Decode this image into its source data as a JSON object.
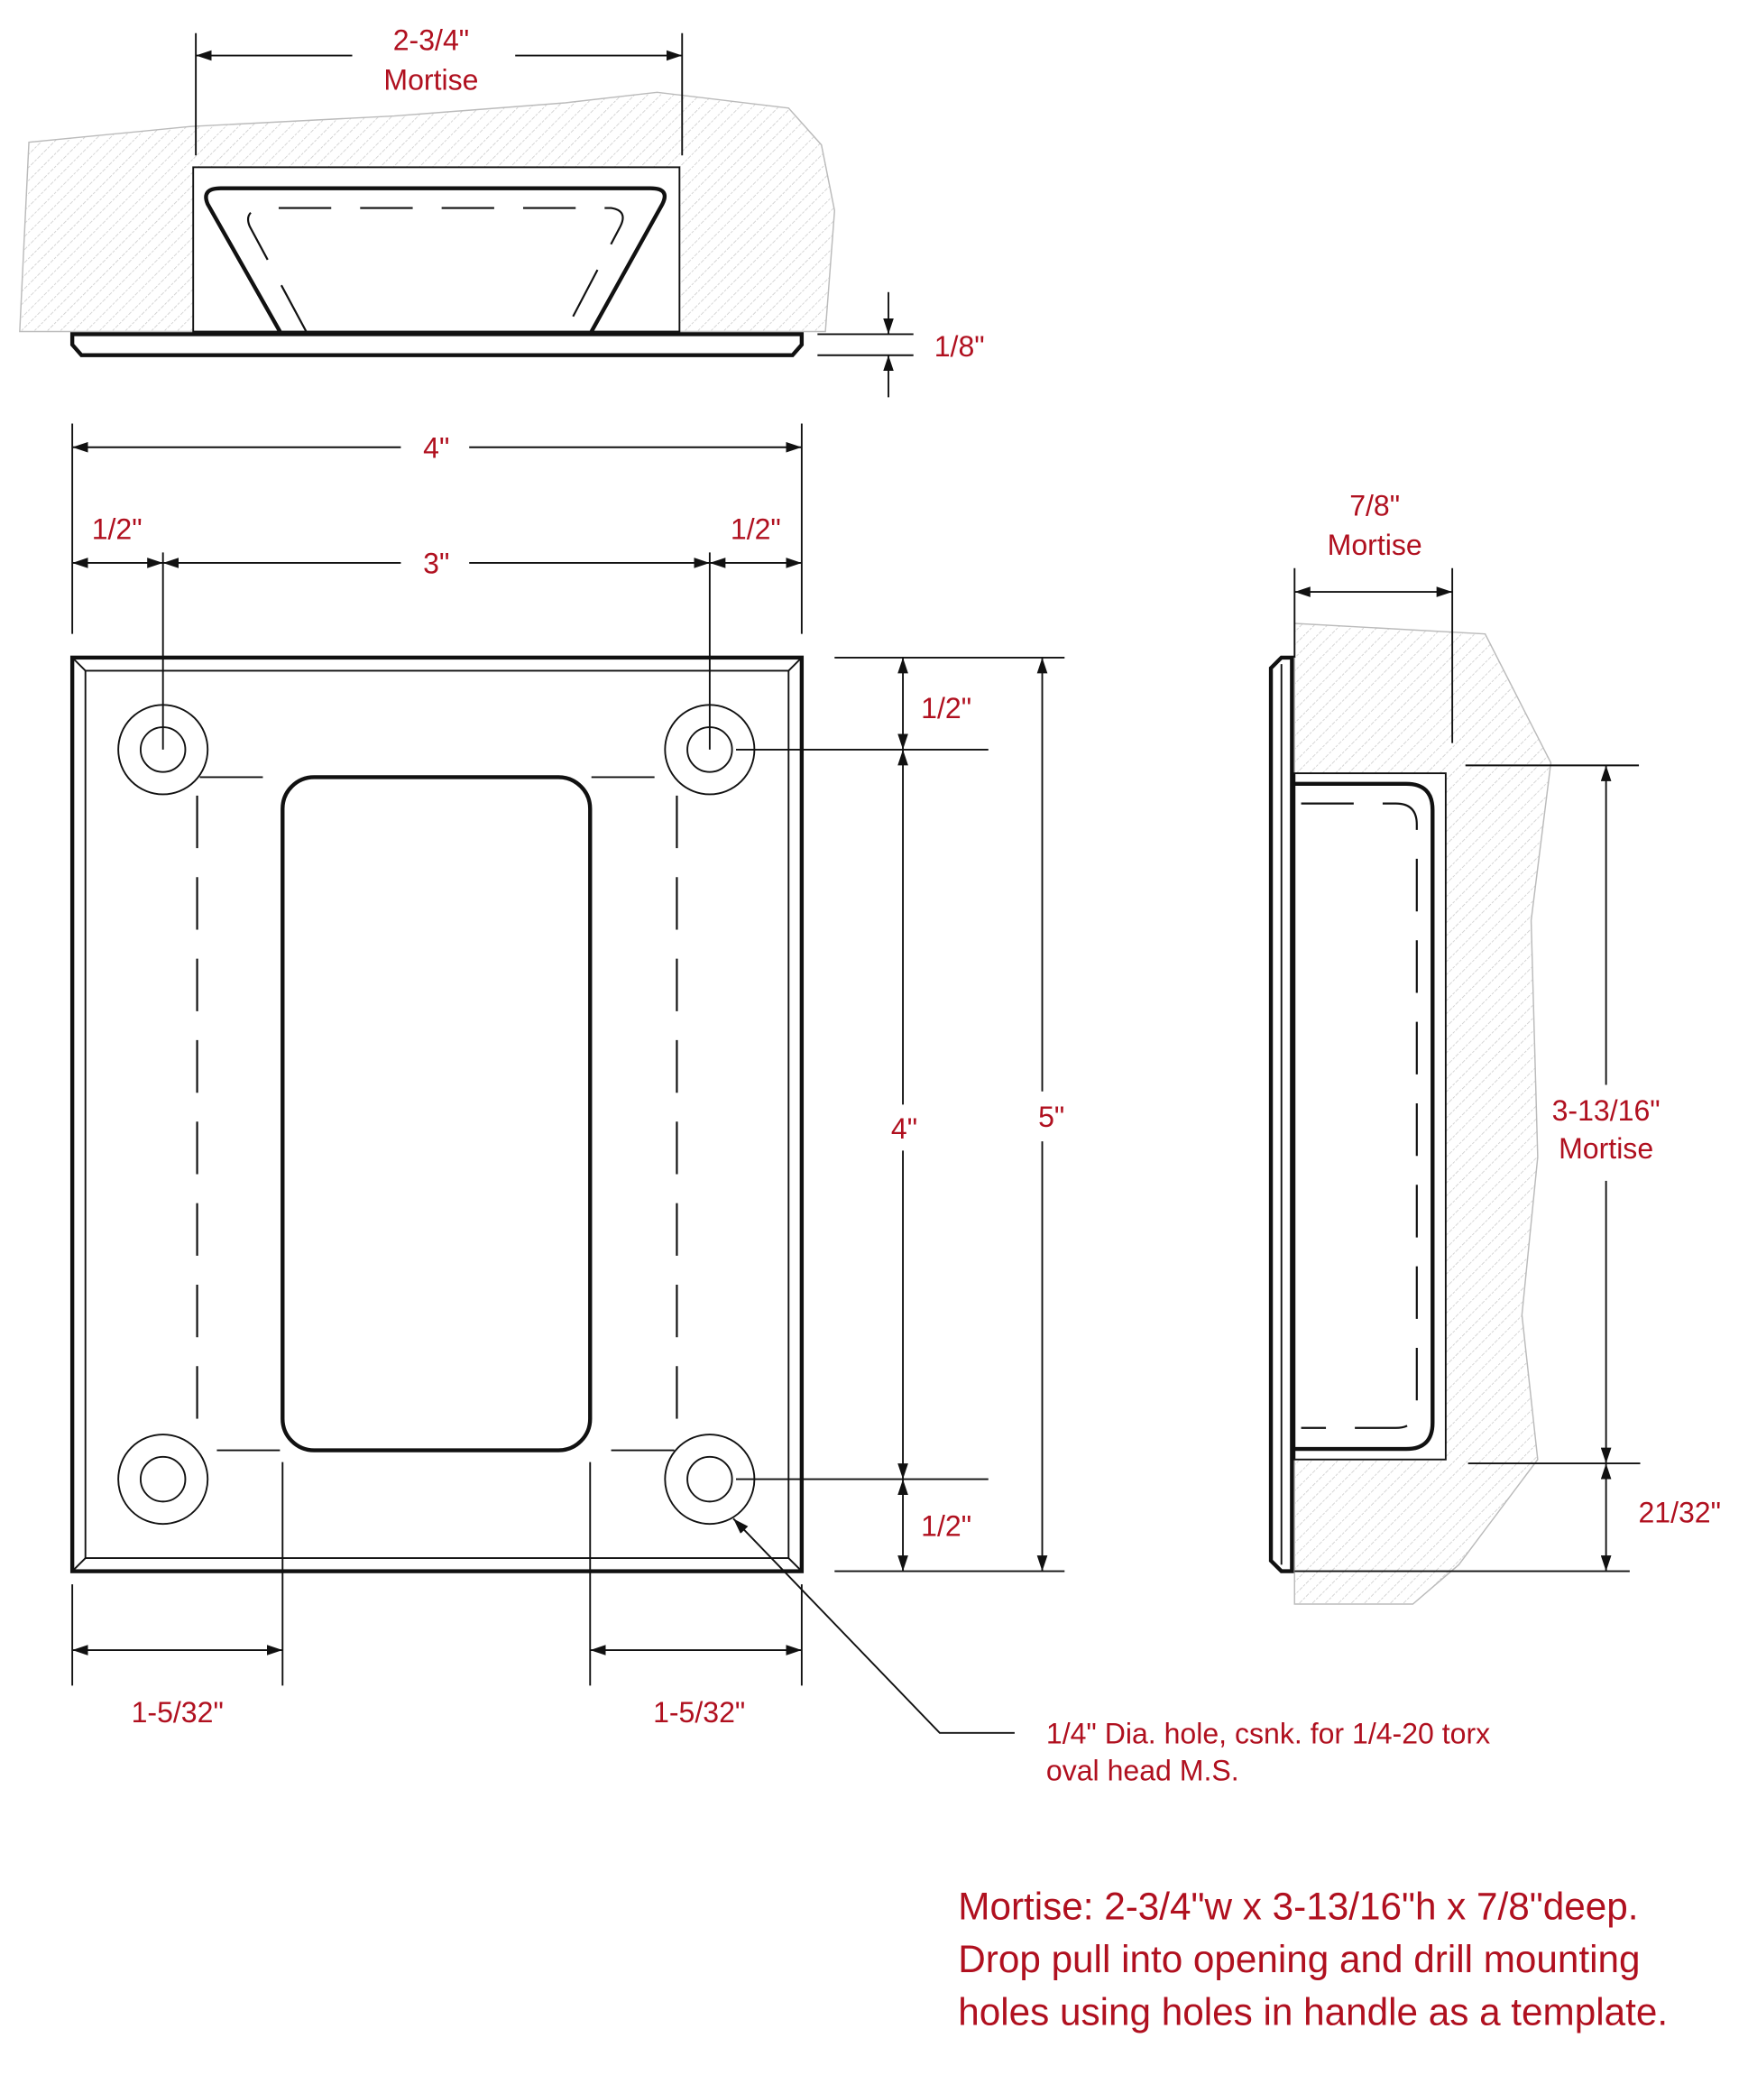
{
  "top_view": {
    "mortise_width_label": "2-3/4\"",
    "mortise_word": "Mortise",
    "plate_thickness_label": "1/8\""
  },
  "front_view": {
    "overall_width": "4\"",
    "hole_spacing": "3\"",
    "edge_left": "1/2\"",
    "edge_right": "1/2\"",
    "top_edge": "1/2\"",
    "hole_vertical_spacing": "4\"",
    "bottom_edge": "1/2\"",
    "overall_height": "5\"",
    "bottom_left": "1-5/32\"",
    "bottom_right": "1-5/32\"",
    "hole_note_line1": "1/4\" Dia. hole, csnk. for 1/4-20 torx",
    "hole_note_line2": "oval head M.S."
  },
  "side_view": {
    "depth_label": "7/8\"",
    "depth_word": "Mortise",
    "height_label": "3-13/16\"",
    "height_word": "Mortise",
    "bottom_offset": "21/32\""
  },
  "notes": [
    "Mortise: 2-3/4\"w x 3-13/16\"h x 7/8\"deep.",
    "Drop pull into opening and drill mounting",
    "holes using holes in handle as a template."
  ],
  "colors": {
    "annotation": "#b0101f",
    "line": "#111111"
  }
}
